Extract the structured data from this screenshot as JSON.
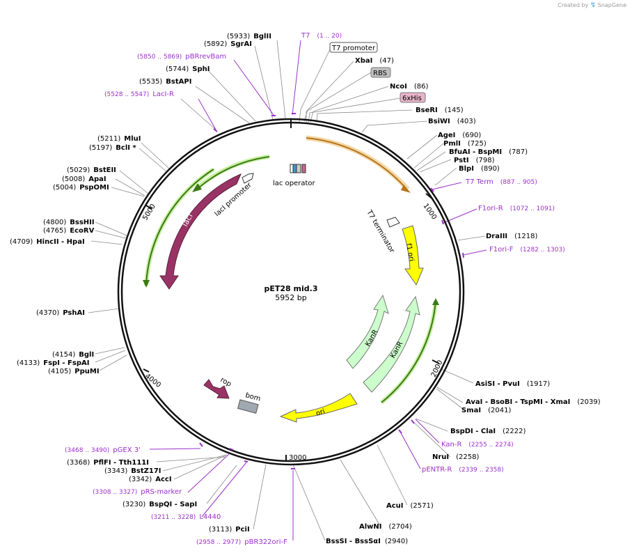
{
  "brand": {
    "created_by": "Created by",
    "name": "SnapGene"
  },
  "plasmid": {
    "name": "pET28 mid.3",
    "length": "5952 bp"
  },
  "ticks": [
    "1000",
    "2000",
    "3000",
    "4000",
    "5000"
  ],
  "features": {
    "lacI": "lacI",
    "lacI_promoter": "lacI promoter",
    "lac_operator": "lac operator",
    "t7_terminator": "T7 terminator",
    "f1_ori": "f1 ori",
    "kanR_1": "KanR",
    "kanR_2": "KanR",
    "ori": "ori",
    "rop": "rop",
    "bom": "bom"
  },
  "boxed_labels": {
    "t7_promoter": "T7 promoter",
    "rbs": "RBS",
    "his6": "6xHis"
  },
  "sites": {
    "bglII": {
      "pos": "(5933)",
      "name": "BglII"
    },
    "sgrAI": {
      "pos": "(5892)",
      "name": "SgrAI"
    },
    "sphI": {
      "pos": "(5744)",
      "name": "SphI"
    },
    "bstAPI": {
      "pos": "(5535)",
      "name": "BstAPI"
    },
    "mluI": {
      "pos": "(5211)",
      "name": "MluI"
    },
    "bclI": {
      "pos": "(5197)",
      "name": "BclI *"
    },
    "bstEII": {
      "pos": "(5029)",
      "name": "BstEII"
    },
    "apaI": {
      "pos": "(5008)",
      "name": "ApaI"
    },
    "pspOMI": {
      "pos": "(5004)",
      "name": "PspOMI"
    },
    "bssHII": {
      "pos": "(4800)",
      "name": "BssHII"
    },
    "ecoRV": {
      "pos": "(4765)",
      "name": "EcoRV"
    },
    "hincII": {
      "pos": "(4709)",
      "name": "HincII  - HpaI"
    },
    "pshAI": {
      "pos": "(4370)",
      "name": "PshAI"
    },
    "bglI": {
      "pos": "(4154)",
      "name": "BglI"
    },
    "fspI": {
      "pos": "(4133)",
      "name": "FspI  - FspAI"
    },
    "ppuMI": {
      "pos": "(4105)",
      "name": "PpuMI"
    },
    "pflFI": {
      "pos": "(3368)",
      "name": "PflFI  - Tth111I"
    },
    "bstZ17I": {
      "pos": "(3343)",
      "name": "BstZ17I"
    },
    "accI": {
      "pos": "(3342)",
      "name": "AccI"
    },
    "bspQI": {
      "pos": "(3230)",
      "name": "BspQI  - SapI"
    },
    "pciI": {
      "pos": "(3113)",
      "name": "PciI"
    },
    "bssSI": {
      "name": "BssSI  - BssSαI",
      "pos": "(2940)"
    },
    "alwNI": {
      "name": "AlwNI",
      "pos": "(2704)"
    },
    "acuI": {
      "name": "AcuI",
      "pos": "(2571)"
    },
    "nruI": {
      "name": "NruI",
      "pos": "(2258)"
    },
    "bspDI": {
      "name": "BspDI  - ClaI",
      "pos": "(2222)"
    },
    "avaI": {
      "name": "AvaI  - BsoBI  - TspMI  - XmaI",
      "pos": "(2039)"
    },
    "smaI": {
      "name": "SmaI",
      "pos": "(2041)"
    },
    "asiSI": {
      "name": "AsiSI  - PvuI",
      "pos": "(1917)"
    },
    "draIII": {
      "name": "DraIII",
      "pos": "(1218)"
    },
    "blpI": {
      "name": "BlpI",
      "pos": "(890)"
    },
    "pstI": {
      "name": "PstI",
      "pos": "(798)"
    },
    "bfuAI": {
      "name": "BfuAI  - BspMI",
      "pos": "(787)"
    },
    "pmlI": {
      "name": "PmlI",
      "pos": "(725)"
    },
    "ageI": {
      "name": "AgeI",
      "pos": "(690)"
    },
    "bsiWI": {
      "name": "BsiWI",
      "pos": "(403)"
    },
    "bseRI": {
      "name": "BseRI",
      "pos": "(145)"
    },
    "ncoI": {
      "name": "NcoI",
      "pos": "(86)"
    },
    "xbaI": {
      "name": "XbaI",
      "pos": "(47)"
    }
  },
  "primers": {
    "t7": {
      "name": "T7",
      "range": "(1 .. 20)"
    },
    "pBRrevBam": {
      "range": "(5850 .. 5869)",
      "name": "pBRrevBam"
    },
    "lacIR": {
      "range": "(5528 .. 5547)",
      "name": "LacI-R"
    },
    "t7term": {
      "name": "T7 Term",
      "range": "(887 .. 905)"
    },
    "f1oriR": {
      "name": "F1ori-R",
      "range": "(1072 .. 1091)"
    },
    "f1oriF": {
      "name": "F1ori-F",
      "range": "(1282 .. 1303)"
    },
    "kanR": {
      "name": "Kan-R",
      "range": "(2255 .. 2274)"
    },
    "pENTR": {
      "name": "pENTR-R",
      "range": "(2339 .. 2358)"
    },
    "pGEX": {
      "range": "(3468 .. 3490)",
      "name": "pGEX 3'"
    },
    "pRS": {
      "range": "(3308 .. 3327)",
      "name": "pRS-marker"
    },
    "l4440": {
      "range": "(3211 .. 3228)",
      "name": "L4440"
    },
    "pBR322": {
      "range": "(2958 .. 2977)",
      "name": "pBR322ori-F"
    }
  },
  "colors": {
    "backbone": "#111111",
    "lacI": "#993366",
    "f1ori": "#ffff00",
    "kanR": "#ccffcc",
    "ori": "#ffff00",
    "primer": "#9b30c9",
    "orf": "#e8a050",
    "orf_highlight": "#a8e070"
  }
}
